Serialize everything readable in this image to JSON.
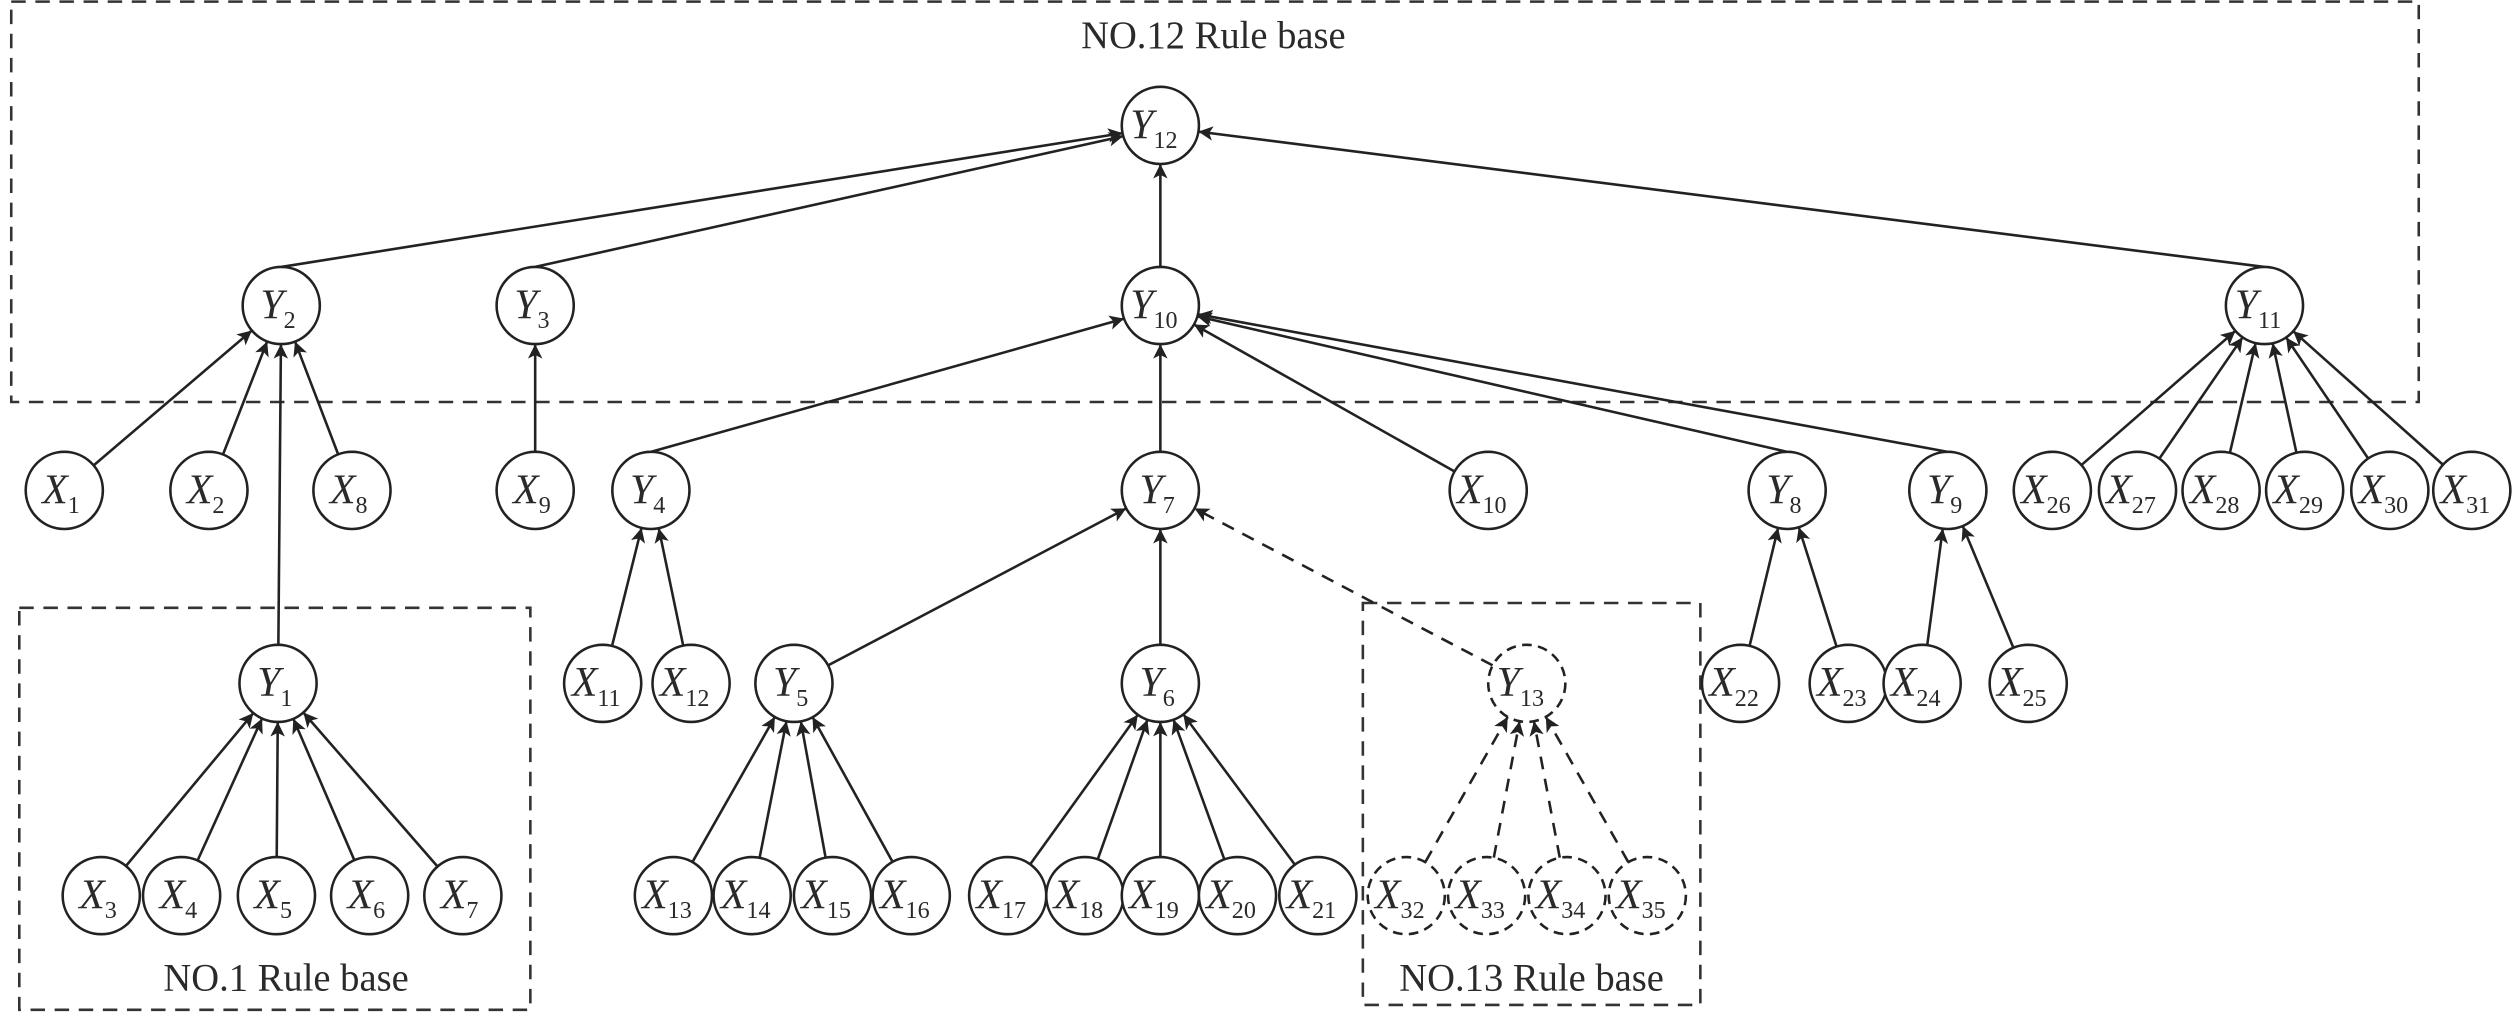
{
  "title": "Hierarchical belief rule base structure",
  "rule_bases": [
    {
      "id": "rb12",
      "label": "NO.12 Rule base"
    },
    {
      "id": "rb1",
      "label": "NO.1 Rule base"
    },
    {
      "id": "rb13",
      "label": "NO.13 Rule base"
    }
  ],
  "nodes": [
    {
      "id": "Y12",
      "letter": "Y",
      "sub": "12",
      "dashed": false
    },
    {
      "id": "Y2",
      "letter": "Y",
      "sub": "2",
      "dashed": false
    },
    {
      "id": "Y3",
      "letter": "Y",
      "sub": "3",
      "dashed": false
    },
    {
      "id": "Y10",
      "letter": "Y",
      "sub": "10",
      "dashed": false
    },
    {
      "id": "Y11",
      "letter": "Y",
      "sub": "11",
      "dashed": false
    },
    {
      "id": "X1",
      "letter": "X",
      "sub": "1",
      "dashed": false
    },
    {
      "id": "X2",
      "letter": "X",
      "sub": "2",
      "dashed": false
    },
    {
      "id": "X8",
      "letter": "X",
      "sub": "8",
      "dashed": false
    },
    {
      "id": "X9",
      "letter": "X",
      "sub": "9",
      "dashed": false
    },
    {
      "id": "Y4",
      "letter": "Y",
      "sub": "4",
      "dashed": false
    },
    {
      "id": "Y7",
      "letter": "Y",
      "sub": "7",
      "dashed": false
    },
    {
      "id": "X10",
      "letter": "X",
      "sub": "10",
      "dashed": false
    },
    {
      "id": "Y8",
      "letter": "Y",
      "sub": "8",
      "dashed": false
    },
    {
      "id": "Y9",
      "letter": "Y",
      "sub": "9",
      "dashed": false
    },
    {
      "id": "X26",
      "letter": "X",
      "sub": "26",
      "dashed": false
    },
    {
      "id": "X27",
      "letter": "X",
      "sub": "27",
      "dashed": false
    },
    {
      "id": "X28",
      "letter": "X",
      "sub": "28",
      "dashed": false
    },
    {
      "id": "X29",
      "letter": "X",
      "sub": "29",
      "dashed": false
    },
    {
      "id": "X30",
      "letter": "X",
      "sub": "30",
      "dashed": false
    },
    {
      "id": "X31",
      "letter": "X",
      "sub": "31",
      "dashed": false
    },
    {
      "id": "Y1",
      "letter": "Y",
      "sub": "1",
      "dashed": false
    },
    {
      "id": "X11",
      "letter": "X",
      "sub": "11",
      "dashed": false
    },
    {
      "id": "X12",
      "letter": "X",
      "sub": "12",
      "dashed": false
    },
    {
      "id": "Y5",
      "letter": "Y",
      "sub": "5",
      "dashed": false
    },
    {
      "id": "Y6",
      "letter": "Y",
      "sub": "6",
      "dashed": false
    },
    {
      "id": "Y13",
      "letter": "Y",
      "sub": "13",
      "dashed": true
    },
    {
      "id": "X22",
      "letter": "X",
      "sub": "22",
      "dashed": false
    },
    {
      "id": "X23",
      "letter": "X",
      "sub": "23",
      "dashed": false
    },
    {
      "id": "X24",
      "letter": "X",
      "sub": "24",
      "dashed": false
    },
    {
      "id": "X25",
      "letter": "X",
      "sub": "25",
      "dashed": false
    },
    {
      "id": "X3",
      "letter": "X",
      "sub": "3",
      "dashed": false
    },
    {
      "id": "X4",
      "letter": "X",
      "sub": "4",
      "dashed": false
    },
    {
      "id": "X5",
      "letter": "X",
      "sub": "5",
      "dashed": false
    },
    {
      "id": "X6",
      "letter": "X",
      "sub": "6",
      "dashed": false
    },
    {
      "id": "X7",
      "letter": "X",
      "sub": "7",
      "dashed": false
    },
    {
      "id": "X13",
      "letter": "X",
      "sub": "13",
      "dashed": false
    },
    {
      "id": "X14",
      "letter": "X",
      "sub": "14",
      "dashed": false
    },
    {
      "id": "X15",
      "letter": "X",
      "sub": "15",
      "dashed": false
    },
    {
      "id": "X16",
      "letter": "X",
      "sub": "16",
      "dashed": false
    },
    {
      "id": "X17",
      "letter": "X",
      "sub": "17",
      "dashed": false
    },
    {
      "id": "X18",
      "letter": "X",
      "sub": "18",
      "dashed": false
    },
    {
      "id": "X19",
      "letter": "X",
      "sub": "19",
      "dashed": false
    },
    {
      "id": "X20",
      "letter": "X",
      "sub": "20",
      "dashed": false
    },
    {
      "id": "X21",
      "letter": "X",
      "sub": "21",
      "dashed": false
    },
    {
      "id": "X32",
      "letter": "X",
      "sub": "32",
      "dashed": true
    },
    {
      "id": "X33",
      "letter": "X",
      "sub": "33",
      "dashed": true
    },
    {
      "id": "X34",
      "letter": "X",
      "sub": "34",
      "dashed": true
    },
    {
      "id": "X35",
      "letter": "X",
      "sub": "35",
      "dashed": true
    }
  ],
  "edges": [
    {
      "from": "Y2",
      "to": "Y12",
      "dashed": false
    },
    {
      "from": "Y3",
      "to": "Y12",
      "dashed": false
    },
    {
      "from": "Y10",
      "to": "Y12",
      "dashed": false
    },
    {
      "from": "Y11",
      "to": "Y12",
      "dashed": false
    },
    {
      "from": "X1",
      "to": "Y2",
      "dashed": false
    },
    {
      "from": "X2",
      "to": "Y2",
      "dashed": false
    },
    {
      "from": "X8",
      "to": "Y2",
      "dashed": false
    },
    {
      "from": "Y1",
      "to": "Y2",
      "dashed": false
    },
    {
      "from": "X9",
      "to": "Y3",
      "dashed": false
    },
    {
      "from": "Y4",
      "to": "Y10",
      "dashed": false
    },
    {
      "from": "Y7",
      "to": "Y10",
      "dashed": false
    },
    {
      "from": "X10",
      "to": "Y10",
      "dashed": false
    },
    {
      "from": "Y8",
      "to": "Y10",
      "dashed": false
    },
    {
      "from": "Y9",
      "to": "Y10",
      "dashed": false
    },
    {
      "from": "X26",
      "to": "Y11",
      "dashed": false
    },
    {
      "from": "X27",
      "to": "Y11",
      "dashed": false
    },
    {
      "from": "X28",
      "to": "Y11",
      "dashed": false
    },
    {
      "from": "X29",
      "to": "Y11",
      "dashed": false
    },
    {
      "from": "X30",
      "to": "Y11",
      "dashed": false
    },
    {
      "from": "X31",
      "to": "Y11",
      "dashed": false
    },
    {
      "from": "X11",
      "to": "Y4",
      "dashed": false
    },
    {
      "from": "X12",
      "to": "Y4",
      "dashed": false
    },
    {
      "from": "Y5",
      "to": "Y7",
      "dashed": false
    },
    {
      "from": "Y6",
      "to": "Y7",
      "dashed": false
    },
    {
      "from": "Y13",
      "to": "Y7",
      "dashed": true
    },
    {
      "from": "X22",
      "to": "Y8",
      "dashed": false
    },
    {
      "from": "X23",
      "to": "Y8",
      "dashed": false
    },
    {
      "from": "X24",
      "to": "Y9",
      "dashed": false
    },
    {
      "from": "X25",
      "to": "Y9",
      "dashed": false
    },
    {
      "from": "X3",
      "to": "Y1",
      "dashed": false
    },
    {
      "from": "X4",
      "to": "Y1",
      "dashed": false
    },
    {
      "from": "X5",
      "to": "Y1",
      "dashed": false
    },
    {
      "from": "X6",
      "to": "Y1",
      "dashed": false
    },
    {
      "from": "X7",
      "to": "Y1",
      "dashed": false
    },
    {
      "from": "X13",
      "to": "Y5",
      "dashed": false
    },
    {
      "from": "X14",
      "to": "Y5",
      "dashed": false
    },
    {
      "from": "X15",
      "to": "Y5",
      "dashed": false
    },
    {
      "from": "X16",
      "to": "Y5",
      "dashed": false
    },
    {
      "from": "X17",
      "to": "Y6",
      "dashed": false
    },
    {
      "from": "X18",
      "to": "Y6",
      "dashed": false
    },
    {
      "from": "X19",
      "to": "Y6",
      "dashed": false
    },
    {
      "from": "X20",
      "to": "Y6",
      "dashed": false
    },
    {
      "from": "X21",
      "to": "Y6",
      "dashed": false
    },
    {
      "from": "X32",
      "to": "Y13",
      "dashed": true
    },
    {
      "from": "X33",
      "to": "Y13",
      "dashed": true
    },
    {
      "from": "X34",
      "to": "Y13",
      "dashed": true
    },
    {
      "from": "X35",
      "to": "Y13",
      "dashed": true
    }
  ],
  "colors": {
    "stroke": "#222222",
    "background": "#ffffff",
    "text": "#2a2a2a"
  }
}
